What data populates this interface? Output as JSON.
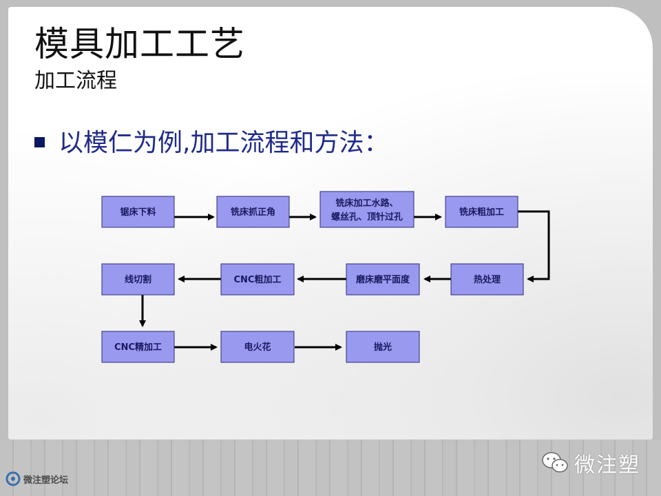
{
  "slide": {
    "title": "模具加工工艺",
    "subtitle": "加工流程",
    "bullet": "以模仁为例,加工流程和方法："
  },
  "diagram": {
    "nodes": [
      {
        "id": "n1",
        "label": "锯床下料"
      },
      {
        "id": "n2",
        "label": "铣床抓正角"
      },
      {
        "id": "n3",
        "label": "铣床加工水路、",
        "label2": "螺丝孔、顶针过孔"
      },
      {
        "id": "n4",
        "label": "铣床粗加工"
      },
      {
        "id": "n5",
        "label": "热处理"
      },
      {
        "id": "n6",
        "label": "磨床磨平面度"
      },
      {
        "id": "n7",
        "label": "CNC粗加工"
      },
      {
        "id": "n8",
        "label": "线切割"
      },
      {
        "id": "n9",
        "label": "CNC精加工"
      },
      {
        "id": "n10",
        "label": "电火花"
      },
      {
        "id": "n11",
        "label": "抛光"
      }
    ],
    "edges": [
      [
        "n1",
        "n2"
      ],
      [
        "n2",
        "n3"
      ],
      [
        "n3",
        "n4"
      ],
      [
        "n4",
        "n5"
      ],
      [
        "n5",
        "n6"
      ],
      [
        "n6",
        "n7"
      ],
      [
        "n7",
        "n8"
      ],
      [
        "n8",
        "n9"
      ],
      [
        "n9",
        "n10"
      ],
      [
        "n10",
        "n11"
      ]
    ]
  },
  "footer": {
    "wechat_label": "微注塑",
    "forum_label": "微注塑论坛",
    "icons": [
      "wechat-icon",
      "forum-logo-icon"
    ],
    "colors": {
      "node_fill": "#9a99f0",
      "node_stroke": "#2b2b7a",
      "bullet_text": "#1f2a8c"
    }
  }
}
